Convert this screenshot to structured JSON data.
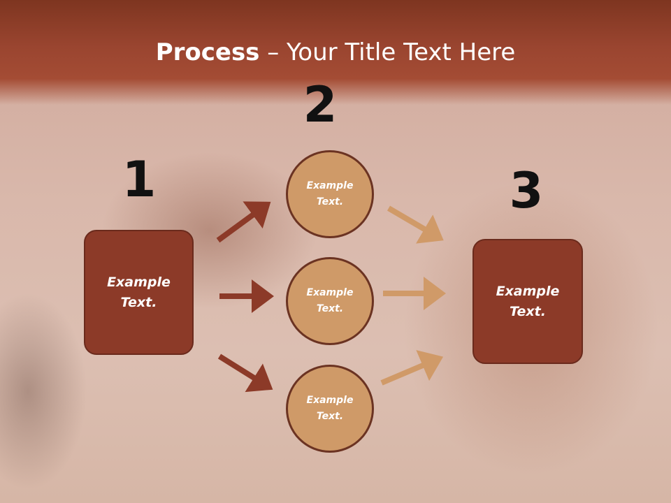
{
  "slide": {
    "title_bold": "Process",
    "title_rest": " – Your Title Text Here"
  },
  "steps": {
    "step1": {
      "number": "1",
      "text": "Example\nText."
    },
    "step2": {
      "number": "2",
      "items": [
        {
          "text": "Example\nText."
        },
        {
          "text": "Example\nText."
        },
        {
          "text": "Example\nText."
        }
      ]
    },
    "step3": {
      "number": "3",
      "text": "Example\nText."
    }
  },
  "colors": {
    "header": "#9a4530",
    "box_fill": "#8c3a28",
    "circle_fill": "#cf9a68",
    "arrow_dark": "#8c3a28",
    "arrow_light": "#d09a68"
  }
}
